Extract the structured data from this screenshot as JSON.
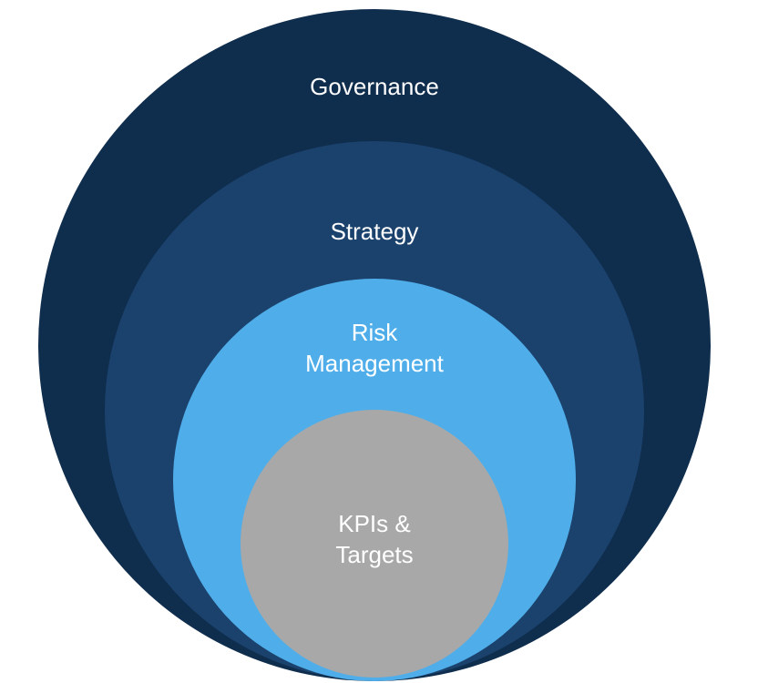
{
  "diagram": {
    "levels": [
      {
        "label": "Governance",
        "color": "#0f2d4d"
      },
      {
        "label": "Strategy",
        "color": "#1b426d"
      },
      {
        "label": "Risk\nManagement",
        "color": "#4faeea"
      },
      {
        "label": "KPIs &\nTargets",
        "color": "#a8a8a8"
      }
    ]
  }
}
